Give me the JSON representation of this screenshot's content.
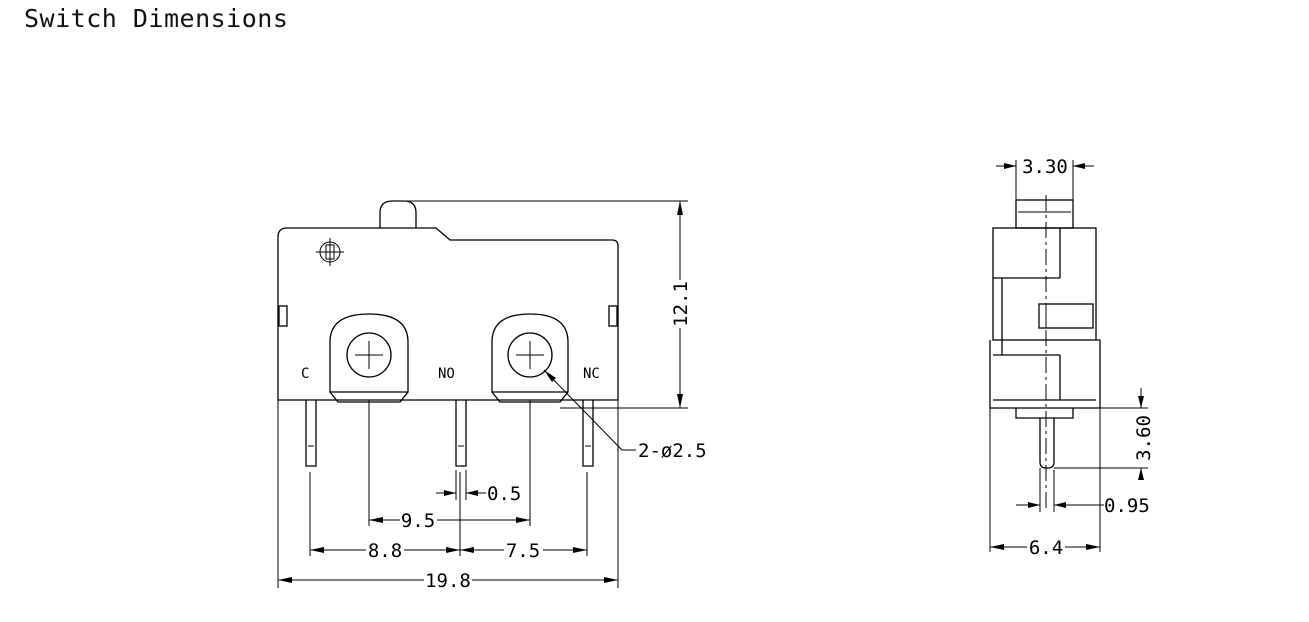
{
  "title": "Switch Dimensions",
  "front_view": {
    "terminals": {
      "common": "C",
      "normally_open": "NO",
      "normally_closed": "NC"
    },
    "dimensions": {
      "overall_width": "19.8",
      "common_to_no": "8.8",
      "no_to_nc": "7.5",
      "mounting_hole_spacing": "9.5",
      "terminal_thickness": "0.5",
      "overall_height": "12.1",
      "mounting_holes": "2-ø2.5"
    }
  },
  "side_view": {
    "dimensions": {
      "actuator_width": "3.30",
      "terminal_length": "3.60",
      "terminal_offset": "0.95",
      "body_thickness": "6.4"
    }
  }
}
